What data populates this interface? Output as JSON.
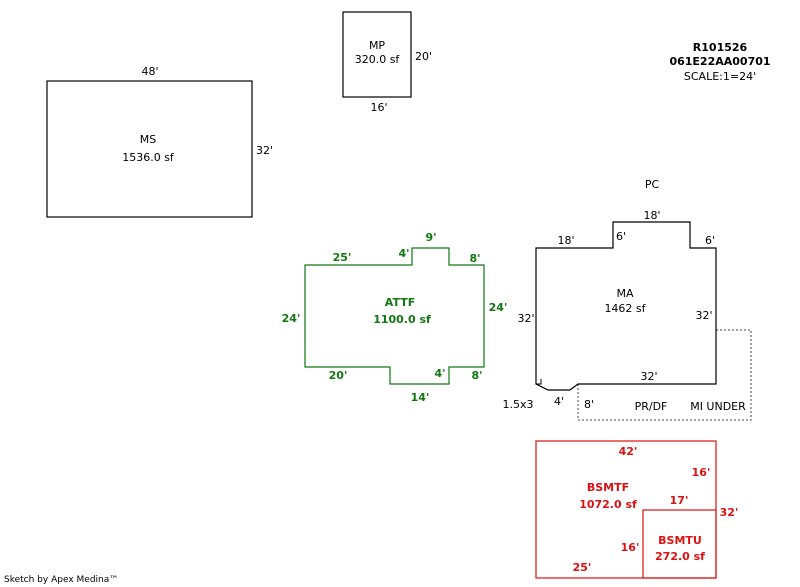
{
  "header": {
    "parcel_id": "R101526",
    "map_ref": "061E22AA00701",
    "scale": "SCALE:1=24'"
  },
  "footer": {
    "text": "Sketch by Apex Medina™"
  },
  "colors": {
    "main": "#000000",
    "attached": "#117711",
    "basement": "#dd1111",
    "dashed": "#444444"
  },
  "areas": {
    "mp": {
      "code": "MP",
      "area": "320.0 sf",
      "dims": {
        "right": "20'",
        "bottom": "16'"
      }
    },
    "ms": {
      "code": "MS",
      "area": "1536.0 sf",
      "dims": {
        "top": "48'",
        "right": "32'"
      }
    },
    "attf": {
      "code": "ATTF",
      "area": "1100.0 sf",
      "dims": {
        "top_left": "25'",
        "top_step": "4'",
        "top_mid": "9'",
        "top_right_step": "8'",
        "left": "24'",
        "right": "24'",
        "bottom_left": "20'",
        "bottom_step": "4'",
        "bottom_right": "8'",
        "bottom_mid": "14'"
      }
    },
    "ma": {
      "code": "MA",
      "area": "1462 sf",
      "dims": {
        "top_left": "18'",
        "step_left": "6'",
        "top_mid": "18'",
        "step_right": "6'",
        "left": "32'",
        "right": "32'",
        "bottom": "32'",
        "bottom_small": "4'",
        "bottom_left": "1.5x3"
      }
    },
    "pc": {
      "code": "PC"
    },
    "prdf": {
      "code": "PR/DF",
      "dims": {
        "left": "8'"
      }
    },
    "mi": {
      "code": "MI UNDER"
    },
    "bsmtf": {
      "code": "BSMTF",
      "area": "1072.0 sf",
      "dims": {
        "top": "42'",
        "right_upper": "16'",
        "inner_top": "17'",
        "inner_right": "32'",
        "inner_left": "16'",
        "bottom": "25'"
      }
    },
    "bsmtu": {
      "code": "BSMTU",
      "area": "272.0 sf"
    }
  }
}
